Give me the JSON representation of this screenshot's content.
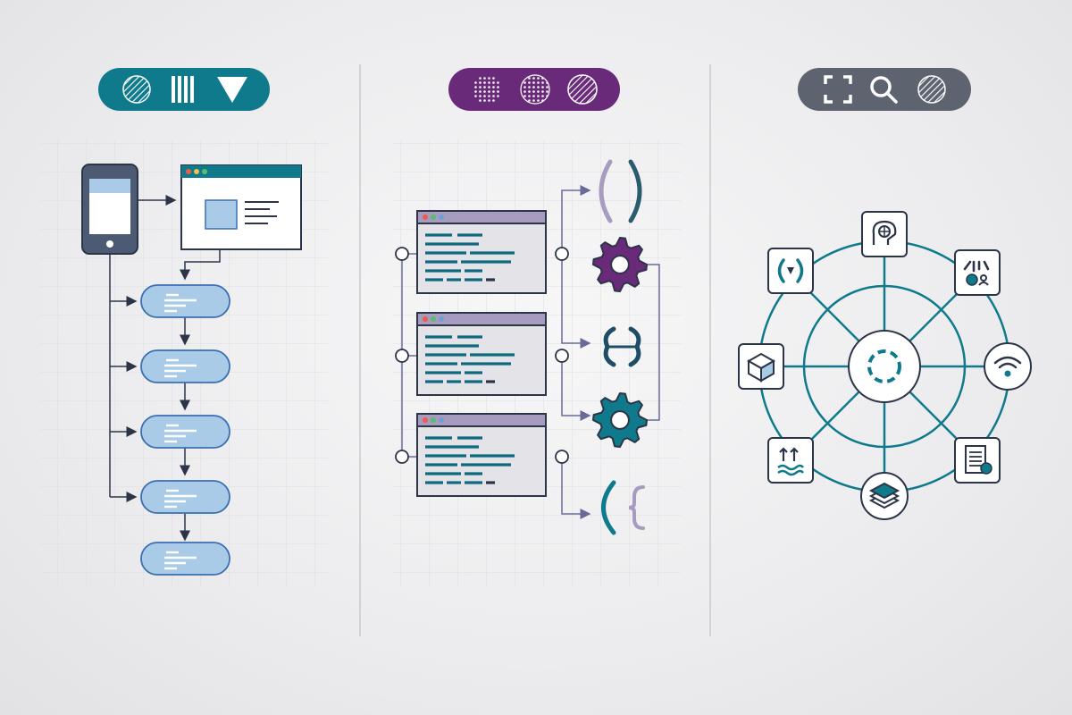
{
  "colors": {
    "background": "#ececee",
    "teal": "#0f7a8c",
    "purple": "#6a2a7a",
    "gray": "#5d6470",
    "outline": "#2c3447",
    "node_fill": "#a9cbe8",
    "node_stroke": "#3b6fb0",
    "window_header_teal": "#0f7a8c",
    "window_header_purple": "#a79bbf",
    "window_body": "#e4e4e8"
  },
  "panels": [
    {
      "id": "flowchart",
      "pill_color": "#0f7a8c",
      "pill_icons": [
        "hatched-circle-icon",
        "vertical-bars-icon",
        "down-triangle-icon"
      ]
    },
    {
      "id": "code-pipeline",
      "pill_color": "#6a2a7a",
      "pill_icons": [
        "dotted-circle-icon",
        "dot-grid-circle-icon",
        "hatched-circle-icon"
      ],
      "output_icons": [
        "parentheses-icon",
        "gear-icon",
        "bracket-pair-icon",
        "gear-icon",
        "curly-brace-icon"
      ]
    },
    {
      "id": "network-hub",
      "pill_color": "#5d6470",
      "pill_icons": [
        "corner-frame-icon",
        "magnifier-icon",
        "hatched-circle-icon"
      ],
      "hub_icon": "target-ring-icon",
      "satellite_icons": [
        "brain-icon",
        "chart-people-icon",
        "wifi-icon",
        "document-check-icon",
        "layers-icon",
        "arrows-wave-icon",
        "cube-icon",
        "code-brackets-icon"
      ]
    }
  ]
}
